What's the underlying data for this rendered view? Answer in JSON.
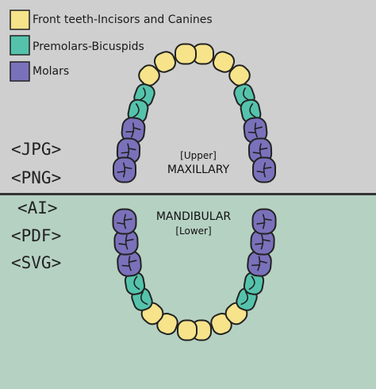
{
  "legend": [
    {
      "label": "Front teeth-Incisors and Canines",
      "color": "#f6e38a"
    },
    {
      "label": "Premolars-Bicuspids",
      "color": "#55c3ac"
    },
    {
      "label": "Molars",
      "color": "#7a71bb"
    }
  ],
  "formats": [
    "<JPG>",
    "<PNG>",
    "<AI>",
    "<PDF>",
    "<SVG>"
  ],
  "upper": {
    "sub": "[Upper]",
    "title": "MAXILLARY"
  },
  "lower": {
    "title": "MANDIBULAR",
    "sub": "[Lower]"
  },
  "colors": {
    "upper_bg": "#cfcfcf",
    "lower_bg": "#b5d1c2",
    "divider": "#333333",
    "outline": "#222222"
  }
}
